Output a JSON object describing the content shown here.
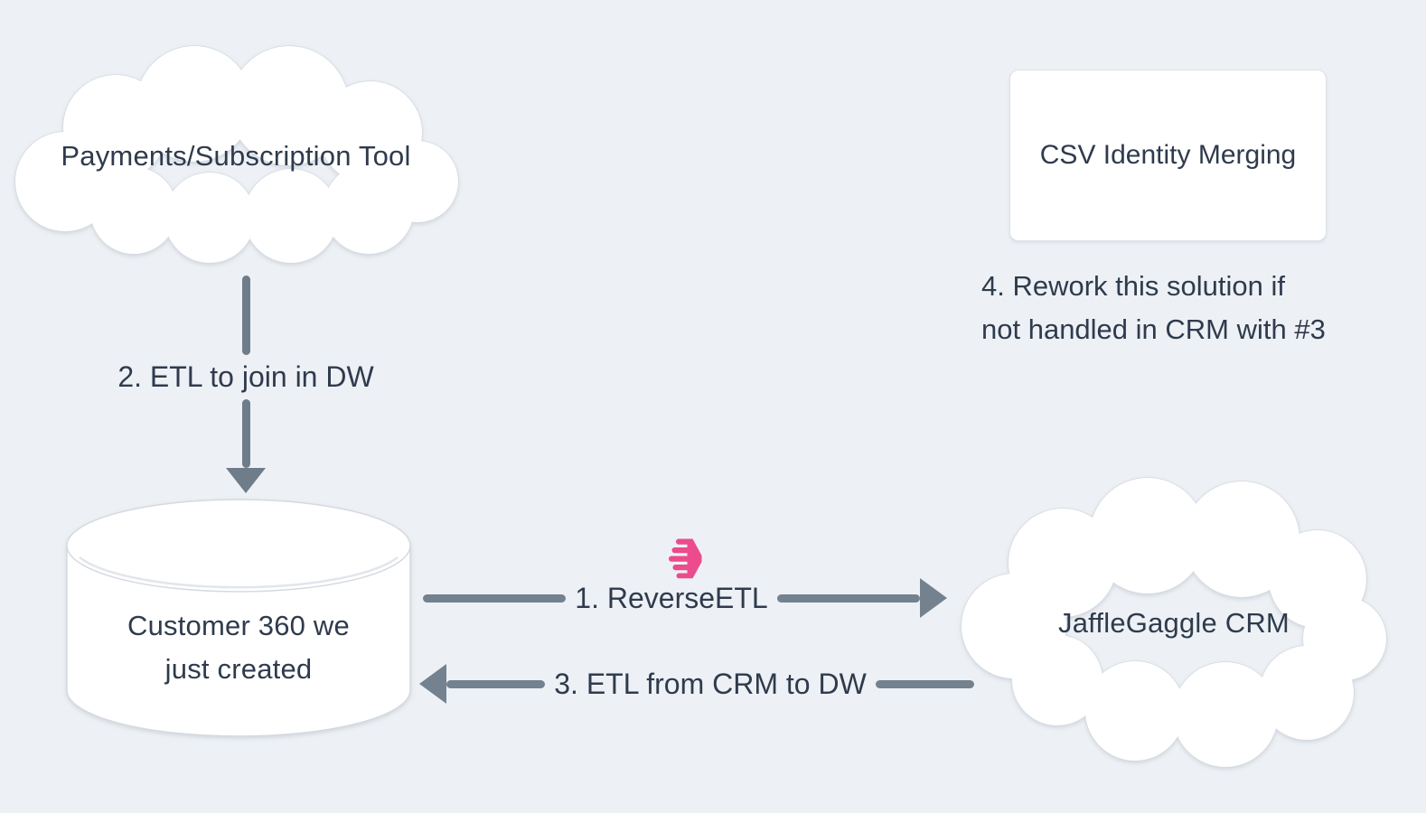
{
  "diagram": {
    "background_color": "#EDF1F5",
    "nodes": {
      "payments_cloud": {
        "shape": "cloud",
        "label": "Payments/Subscription Tool"
      },
      "csv_box": {
        "shape": "rectangle",
        "label": "CSV Identity Merging"
      },
      "customer_db": {
        "shape": "cylinder",
        "label_line1": "Customer 360 we",
        "label_line2": "just created"
      },
      "crm_cloud": {
        "shape": "cloud",
        "label": "JaffleGaggle CRM"
      }
    },
    "edges": {
      "reverse_etl": {
        "label": "1. ReverseETL",
        "direction": "left-to-right",
        "icon": "hightouch-logo"
      },
      "etl_to_dw": {
        "label": "2. ETL to join in DW",
        "direction": "top-to-bottom"
      },
      "etl_from_crm": {
        "label": "3. ETL from CRM to DW",
        "direction": "right-to-left"
      }
    },
    "notes": {
      "rework": {
        "line1": "4. Rework this solution if",
        "line2": "not handled in CRM with #3"
      }
    },
    "colors": {
      "text": "#2F3B4D",
      "arrow": "#74818E",
      "node_fill": "#FFFFFF",
      "node_border": "#D5DAE0",
      "logo_pink": "#EC4B8D"
    }
  }
}
